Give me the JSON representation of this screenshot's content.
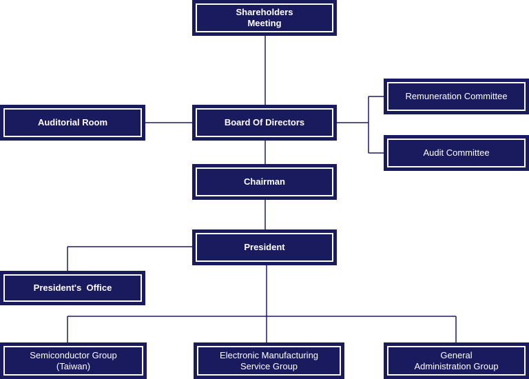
{
  "diagram": {
    "colors": {
      "box_fill": "#1a1a5e",
      "box_border": "#ffffff",
      "line": "#1a1a5e"
    },
    "nodes": {
      "shareholders": {
        "lines": [
          "Shareholders",
          "Meeting"
        ]
      },
      "board": {
        "lines": [
          "Board Of Directors"
        ]
      },
      "auditorial": {
        "lines": [
          "Auditorial Room"
        ]
      },
      "remuneration": {
        "lines": [
          "Remuneration Committee"
        ]
      },
      "audit": {
        "lines": [
          "Audit Committee"
        ]
      },
      "chairman": {
        "lines": [
          "Chairman"
        ]
      },
      "president": {
        "lines": [
          "President"
        ]
      },
      "presidents_office": {
        "lines": [
          "President's  Office"
        ]
      },
      "semiconductor": {
        "lines": [
          "Semiconductor Group",
          "(Taiwan)"
        ]
      },
      "ems": {
        "lines": [
          "Electronic Manufacturing",
          "Service Group"
        ]
      },
      "general_admin": {
        "lines": [
          "General",
          "Administration Group"
        ]
      }
    }
  }
}
